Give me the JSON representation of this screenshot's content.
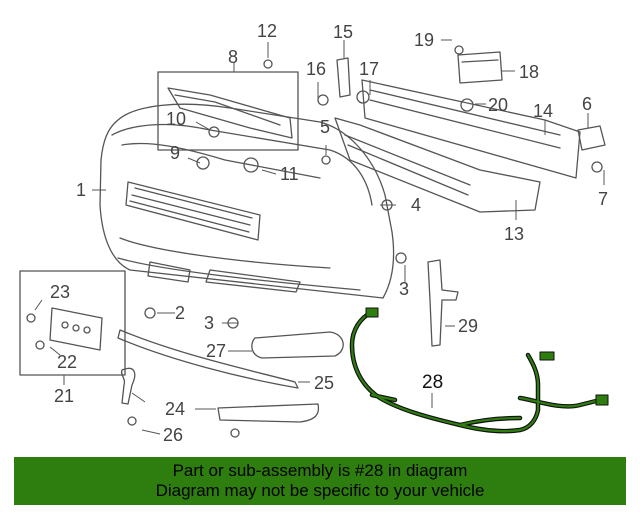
{
  "callouts": [
    {
      "id": "1",
      "label": "1"
    },
    {
      "id": "2",
      "label": "2"
    },
    {
      "id": "3a",
      "label": "3"
    },
    {
      "id": "3b",
      "label": "3"
    },
    {
      "id": "4",
      "label": "4"
    },
    {
      "id": "5",
      "label": "5"
    },
    {
      "id": "6",
      "label": "6"
    },
    {
      "id": "7",
      "label": "7"
    },
    {
      "id": "8",
      "label": "8"
    },
    {
      "id": "9",
      "label": "9"
    },
    {
      "id": "10",
      "label": "10"
    },
    {
      "id": "11",
      "label": "11"
    },
    {
      "id": "12",
      "label": "12"
    },
    {
      "id": "13",
      "label": "13"
    },
    {
      "id": "14",
      "label": "14"
    },
    {
      "id": "15",
      "label": "15"
    },
    {
      "id": "16",
      "label": "16"
    },
    {
      "id": "17",
      "label": "17"
    },
    {
      "id": "18",
      "label": "18"
    },
    {
      "id": "19",
      "label": "19"
    },
    {
      "id": "20",
      "label": "20"
    },
    {
      "id": "21",
      "label": "21"
    },
    {
      "id": "22",
      "label": "22"
    },
    {
      "id": "23",
      "label": "23"
    },
    {
      "id": "24",
      "label": "24"
    },
    {
      "id": "25",
      "label": "25"
    },
    {
      "id": "26",
      "label": "26"
    },
    {
      "id": "27",
      "label": "27"
    },
    {
      "id": "28",
      "label": "28"
    },
    {
      "id": "29",
      "label": "29"
    }
  ],
  "highlight_part": "28",
  "colors": {
    "highlight": "#2e7d0f",
    "line": "#444444",
    "footer_bg": "#2e7d0f"
  },
  "footer": {
    "line1": "Part or sub-assembly is #28 in diagram",
    "line2": "Diagram may not be specific to your vehicle"
  }
}
